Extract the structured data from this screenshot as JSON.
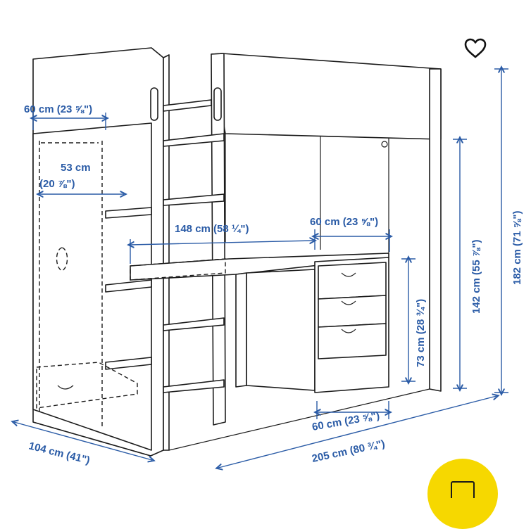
{
  "icons": {
    "favorite": "heart-outline-icon",
    "bag": "shopping-bag-icon"
  },
  "colors": {
    "dimension": "#2a5ba6",
    "line": "#1b1b1b",
    "accent_button": "#f6d800"
  },
  "dimensions": {
    "wardrobe_width": "60 cm (23 ⅝\")",
    "wardrobe_inner": "53 cm",
    "wardrobe_inner_in": "(20 ⅞\")",
    "desk_width": "148 cm (58 ¼\")",
    "drawer_width_top": "60 cm (23 ⅝\")",
    "desk_height": "73 cm (28 ¾\")",
    "under_bed_height": "142 cm (55 ⅞\")",
    "total_height": "182 cm (71 ⅝\")",
    "drawer_width_bottom": "60 cm (23 ⅝\")",
    "depth": "104 cm (41\")",
    "total_length": "205 cm (80 ¾\")"
  }
}
